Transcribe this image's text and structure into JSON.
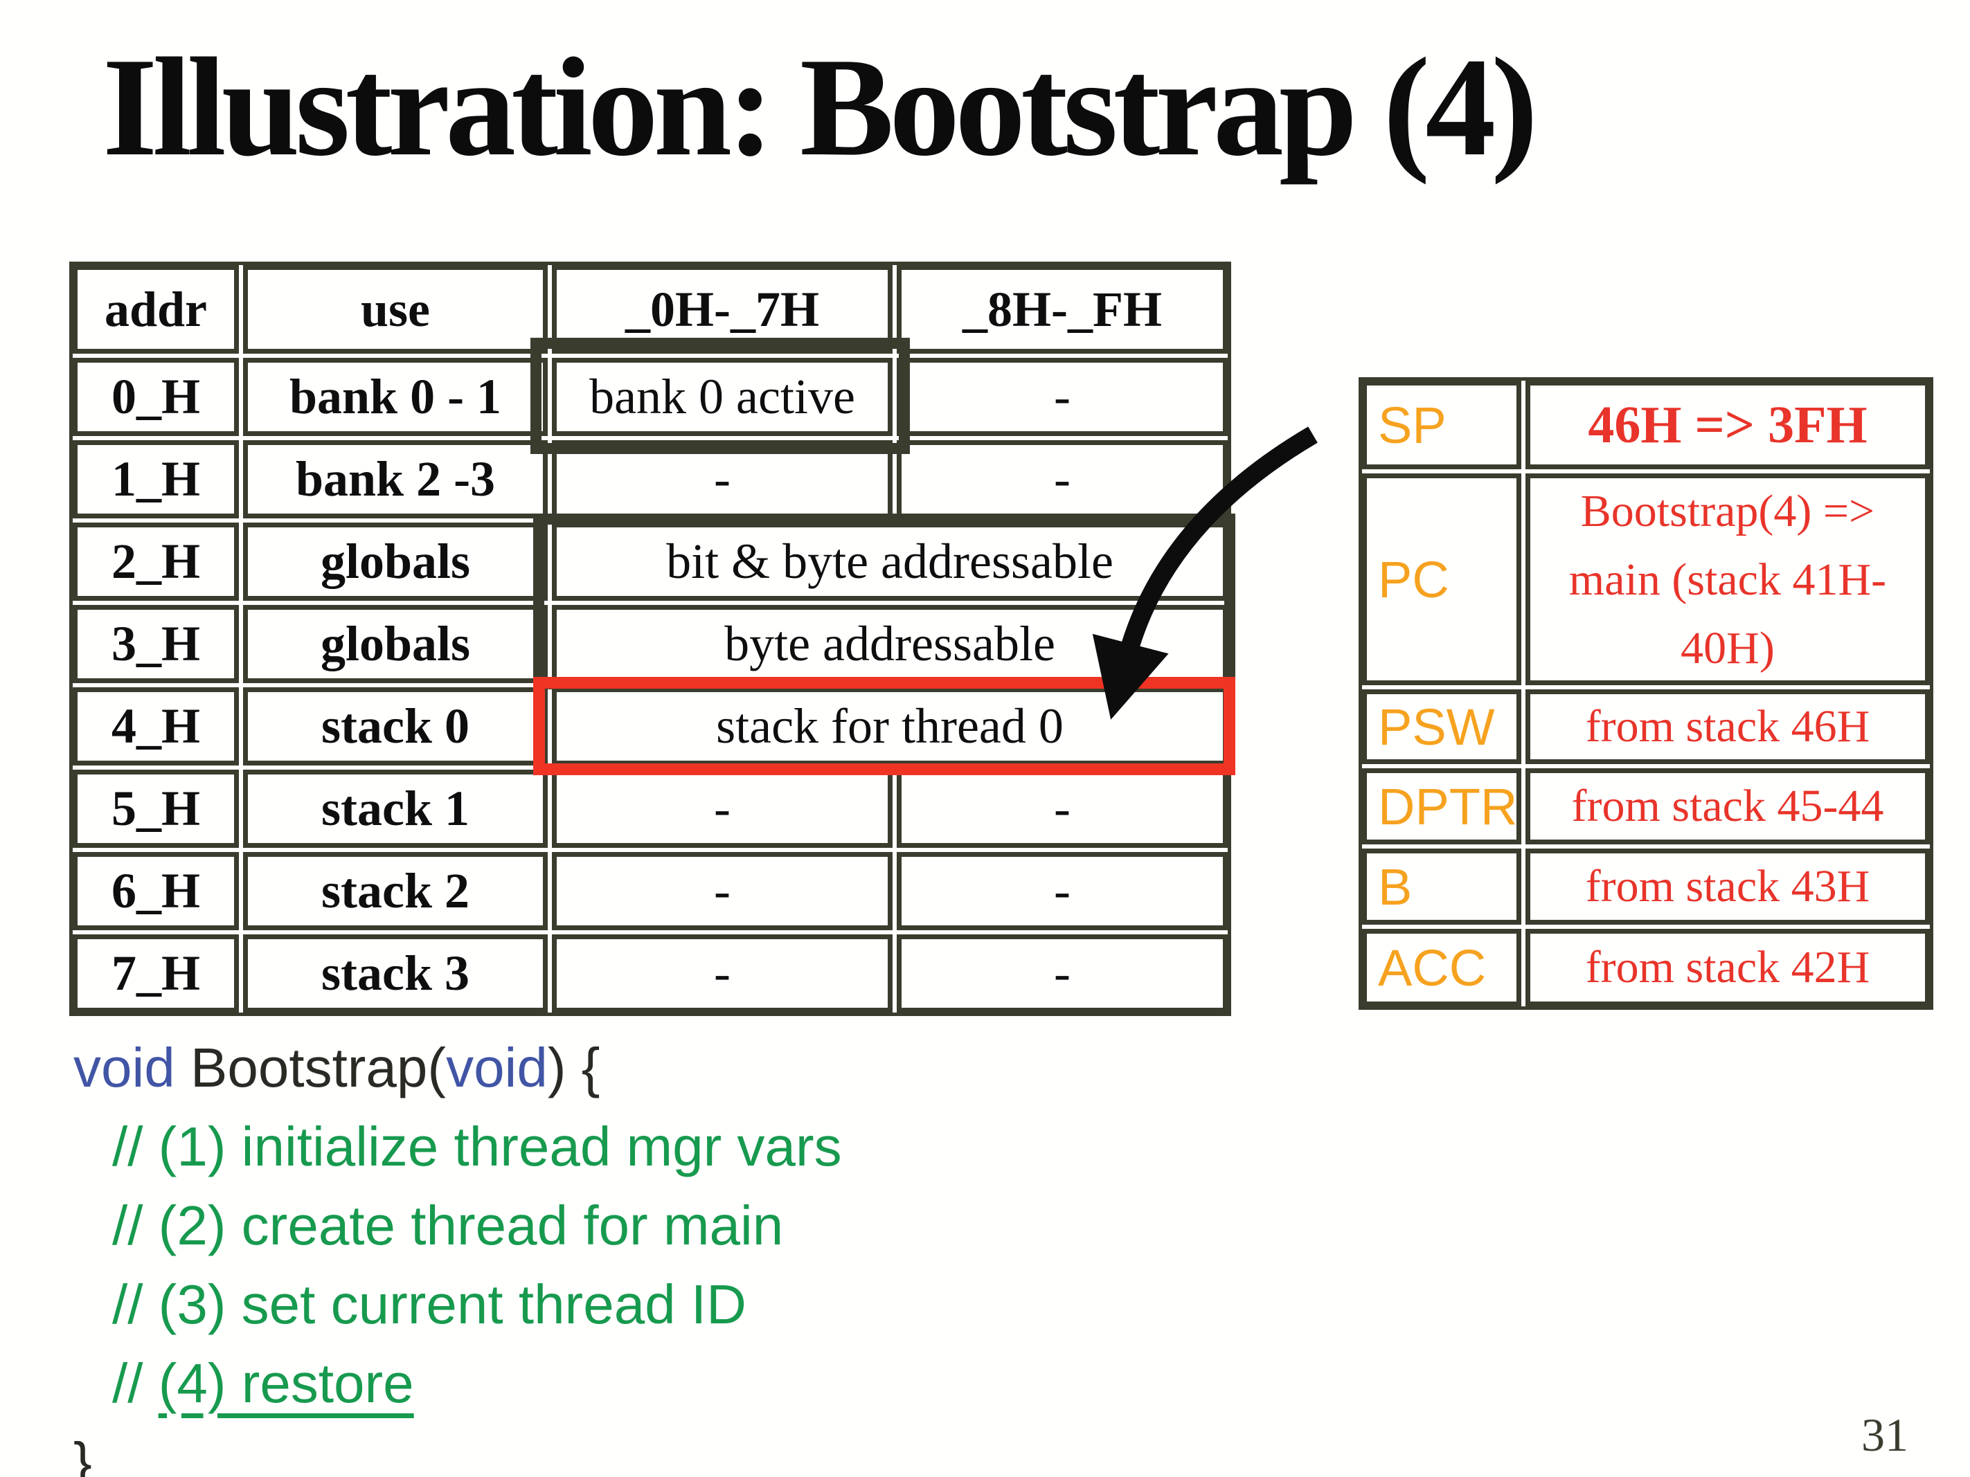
{
  "title": "Illustration: Bootstrap (4)",
  "page_number": "31",
  "colors": {
    "grid_line": "#3a3d2e",
    "highlight_red": "#ef3424",
    "register_label_orange": "#f6a21f",
    "register_value_red": "#e8342a",
    "comment_green": "#179a4e",
    "keyword_blue": "#4155a5"
  },
  "memory_table": {
    "headers": [
      "addr",
      "use",
      "_0H-_7H",
      "_8H-_FH"
    ],
    "rows": [
      {
        "addr": "0_H",
        "use": "bank 0 - 1",
        "c3": "bank 0 active",
        "c4": "-"
      },
      {
        "addr": "1_H",
        "use": "bank 2 -3",
        "c3": "-",
        "c4": "-"
      },
      {
        "addr": "2_H",
        "use": "globals",
        "span": "bit & byte addressable"
      },
      {
        "addr": "3_H",
        "use": "globals",
        "span": "byte addressable"
      },
      {
        "addr": "4_H",
        "use": "stack 0",
        "span": "stack for thread 0"
      },
      {
        "addr": "5_H",
        "use": "stack 1",
        "c3": "-",
        "c4": "-"
      },
      {
        "addr": "6_H",
        "use": "stack 2",
        "c3": "-",
        "c4": "-"
      },
      {
        "addr": "7_H",
        "use": "stack 3",
        "c3": "-",
        "c4": "-"
      }
    ]
  },
  "register_table": {
    "rows": [
      {
        "reg": "SP",
        "value": "46H => 3FH"
      },
      {
        "reg": "PC",
        "value": "Bootstrap(4) => main (stack 41H-40H)"
      },
      {
        "reg": "PSW",
        "value": "from stack 46H"
      },
      {
        "reg": "DPTR",
        "value": "from stack 45-44"
      },
      {
        "reg": "B",
        "value": "from stack 43H"
      },
      {
        "reg": "ACC",
        "value": "from stack 42H"
      }
    ]
  },
  "annotations": {
    "highlight_bank0_active": "dark box around bank 0 active cell",
    "highlight_globals": "dark box around bit & byte addressable / byte addressable cells",
    "highlight_stack0": "red box around stack for thread 0 cell",
    "arrow": "curved arrow from SP row to stack for thread 0 cell"
  },
  "code": {
    "line1": {
      "kw1": "void",
      "mid": " Bootstrap(",
      "kw2": "void",
      "end": ") {"
    },
    "comments": [
      "// (1) initialize thread mgr vars",
      "// (2) create thread for main",
      "// (3) set current thread ID"
    ],
    "comment4_prefix": "// ",
    "comment4_underlined": "(4) restore",
    "closing": "}"
  }
}
